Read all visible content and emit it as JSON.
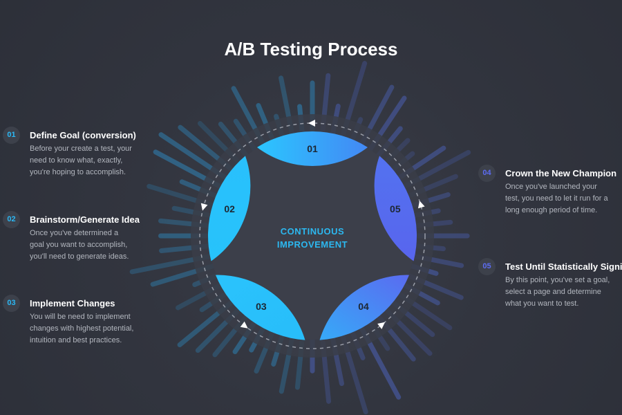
{
  "title": "A/B Testing Process",
  "center": {
    "line1": "CONTINUOUS",
    "line2": "IMPROVEMENT"
  },
  "colors": {
    "cyan": "#27c3fb",
    "blue": "#3f8ef5",
    "purple": "#5468ef",
    "background": "#2f323c"
  },
  "segments": [
    {
      "label": "01"
    },
    {
      "label": "02"
    },
    {
      "label": "03"
    },
    {
      "label": "04"
    },
    {
      "label": "05"
    }
  ],
  "steps": [
    {
      "number": "01",
      "title": "Define Goal (conversion)",
      "description": "Before your create a test, your\nneed to know what, exactly,\nyou're hoping to accomplish."
    },
    {
      "number": "02",
      "title": "Brainstorm/Generate Idea",
      "description": "Once you've determined a\ngoal you want to accomplish,\nyou'll need to generate ideas."
    },
    {
      "number": "03",
      "title": "Implement Changes",
      "description": "You will be need to implement\nchanges with highest potential,\nintuition and best practices."
    },
    {
      "number": "04",
      "title": "Crown the New Champion",
      "description": "Once you've launched your\ntest, you need to let it run for a\nlong enough period of time."
    },
    {
      "number": "05",
      "title": "Test Until Statistically Significant",
      "description": "By this point, you've set a goal,\nselect a page and determine\nwhat you want to test."
    }
  ]
}
